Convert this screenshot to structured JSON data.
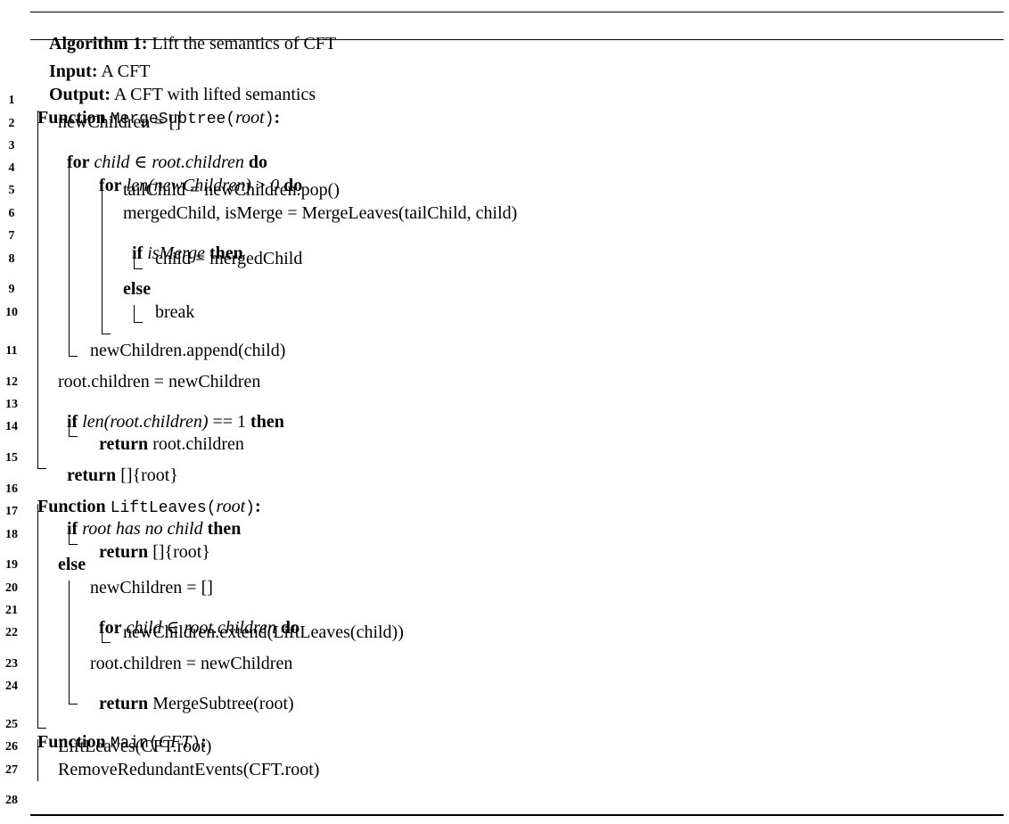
{
  "caption": {
    "label": "Algorithm 1:",
    "text": "Lift the semantics of CFT"
  },
  "io": {
    "input_label": "Input:",
    "input_text": "A CFT",
    "output_label": "Output:",
    "output_text": "A CFT with lifted semantics"
  },
  "kw": {
    "function": "Function",
    "for": "for",
    "do": "do",
    "if": "if",
    "then": "then",
    "else": "else",
    "return": "return",
    "elem": "∈",
    "gt": ">"
  },
  "line_numbers": [
    "1",
    "2",
    "3",
    "4",
    "5",
    "6",
    "7",
    "8",
    "9",
    "10",
    "11",
    "12",
    "13",
    "14",
    "15",
    "16",
    "17",
    "18",
    "19",
    "20",
    "21",
    "22",
    "23",
    "24",
    "25",
    "26",
    "27",
    "28"
  ],
  "fn1": {
    "name": "MergeSubtree",
    "arg": "root"
  },
  "fn2": {
    "name": "LiftLeaves",
    "arg": "root"
  },
  "fn3": {
    "name": "Main",
    "arg": "CFT"
  },
  "code": {
    "l2": "newChildren = []",
    "l3_child": "child",
    "l3_coll": "root.children",
    "l4_cond": "len(newChildren)",
    "l4_zero": "0",
    "l5": "tailChild = newChildren.pop()",
    "l6": "mergedChild, isMerge = MergeLeaves(tailChild, child)",
    "l7_cond": "isMerge",
    "l8": "child = mergedChild",
    "l10": "break",
    "l11": "newChildren.append(child)",
    "l12": "root.children = newChildren",
    "l13_cond": "len(root.children)",
    "l13_rest": "== 1",
    "l14": "root.children",
    "l15": "[]{root}",
    "l17_cond": "root has no child",
    "l18": "[]{root}",
    "l20": "newChildren = []",
    "l21_child": "child",
    "l21_coll": "root.children",
    "l22": "newChildren.extend(LiftLeaves(child))",
    "l23": "root.children = newChildren",
    "l24": "MergeSubtree(root)",
    "l26": "LiftLeaves(CFT.root)",
    "l27": "RemoveRedundantEvents(CFT.root)"
  }
}
